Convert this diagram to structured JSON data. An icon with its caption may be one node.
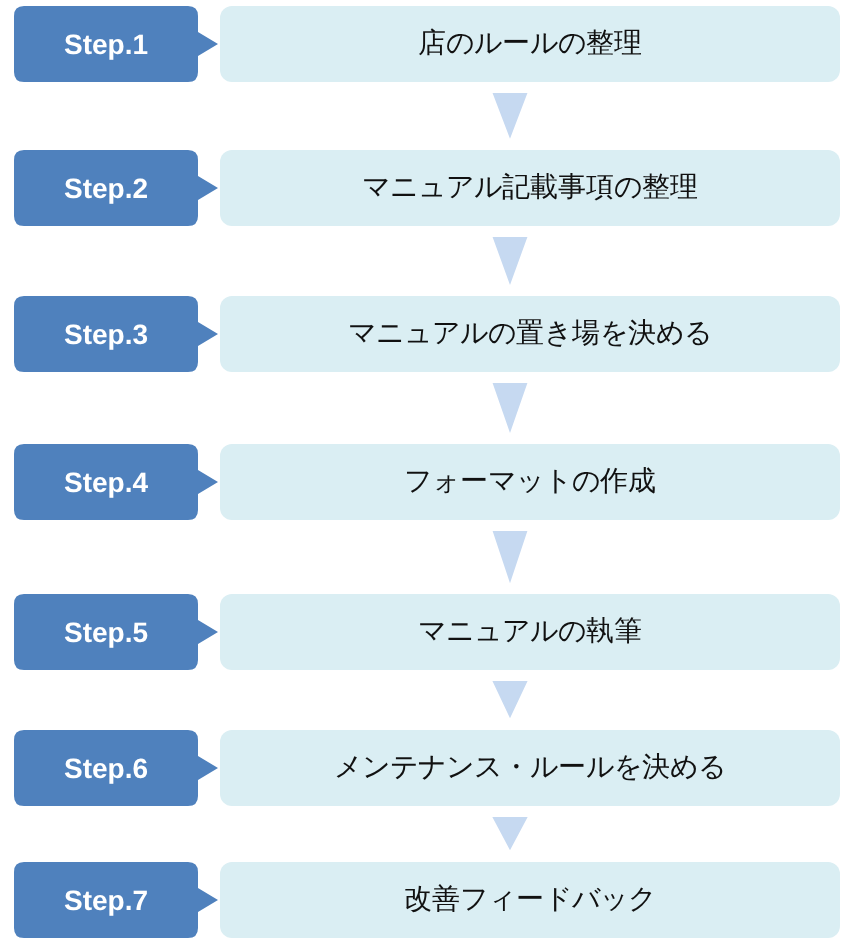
{
  "diagram": {
    "nodes": [
      {
        "text": [
          "Step.1"
        ]
      },
      {
        "text": [
          "店のルールの整理"
        ]
      },
      {
        "text": [
          "Step.2"
        ]
      },
      {
        "text": [
          "マニュアル記載事項の整理"
        ]
      },
      {
        "text": [
          "Step.3"
        ]
      },
      {
        "text": [
          "マニュアルの置き場を決める"
        ]
      },
      {
        "text": [
          "Step.4"
        ]
      },
      {
        "text": [
          "フォーマットの作成"
        ]
      },
      {
        "text": [
          "Step.5"
        ]
      },
      {
        "text": [
          "マニュアルの執筆"
        ]
      },
      {
        "text": [
          "Step.6"
        ]
      },
      {
        "text": [
          "メンテナンス・ルールを決める"
        ]
      },
      {
        "text": [
          "Step.7"
        ]
      },
      {
        "text": [
          "改善フィードバック"
        ]
      }
    ],
    "edges": [
      {
        "from": 1,
        "to": 3,
        "arrow": "to"
      },
      {
        "from": 3,
        "to": 5,
        "arrow": "to"
      },
      {
        "from": 5,
        "to": 7,
        "arrow": "to"
      },
      {
        "from": 7,
        "to": 9,
        "arrow": "to"
      },
      {
        "from": 9,
        "to": 11,
        "arrow": "to"
      },
      {
        "from": 11,
        "to": 13,
        "arrow": "to"
      }
    ]
  }
}
